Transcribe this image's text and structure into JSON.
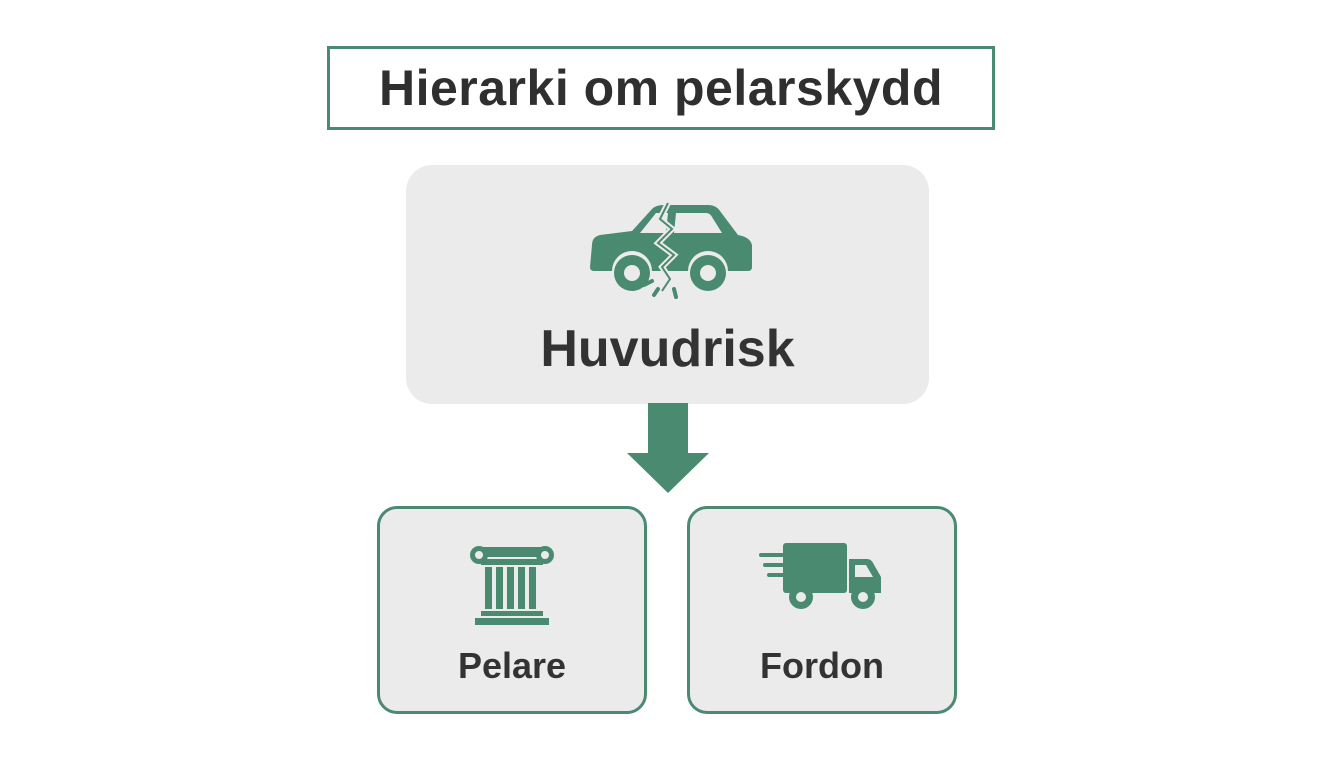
{
  "title": "Hierarki om pelarskydd",
  "root": {
    "label": "Huvudrisk",
    "icon": "crashed-car-icon"
  },
  "children": [
    {
      "label": "Pelare",
      "icon": "pillar-icon"
    },
    {
      "label": "Fordon",
      "icon": "truck-icon"
    }
  ],
  "colors": {
    "accent": "#4a8a70",
    "box_fill": "#ebebeb",
    "text": "#333333"
  }
}
